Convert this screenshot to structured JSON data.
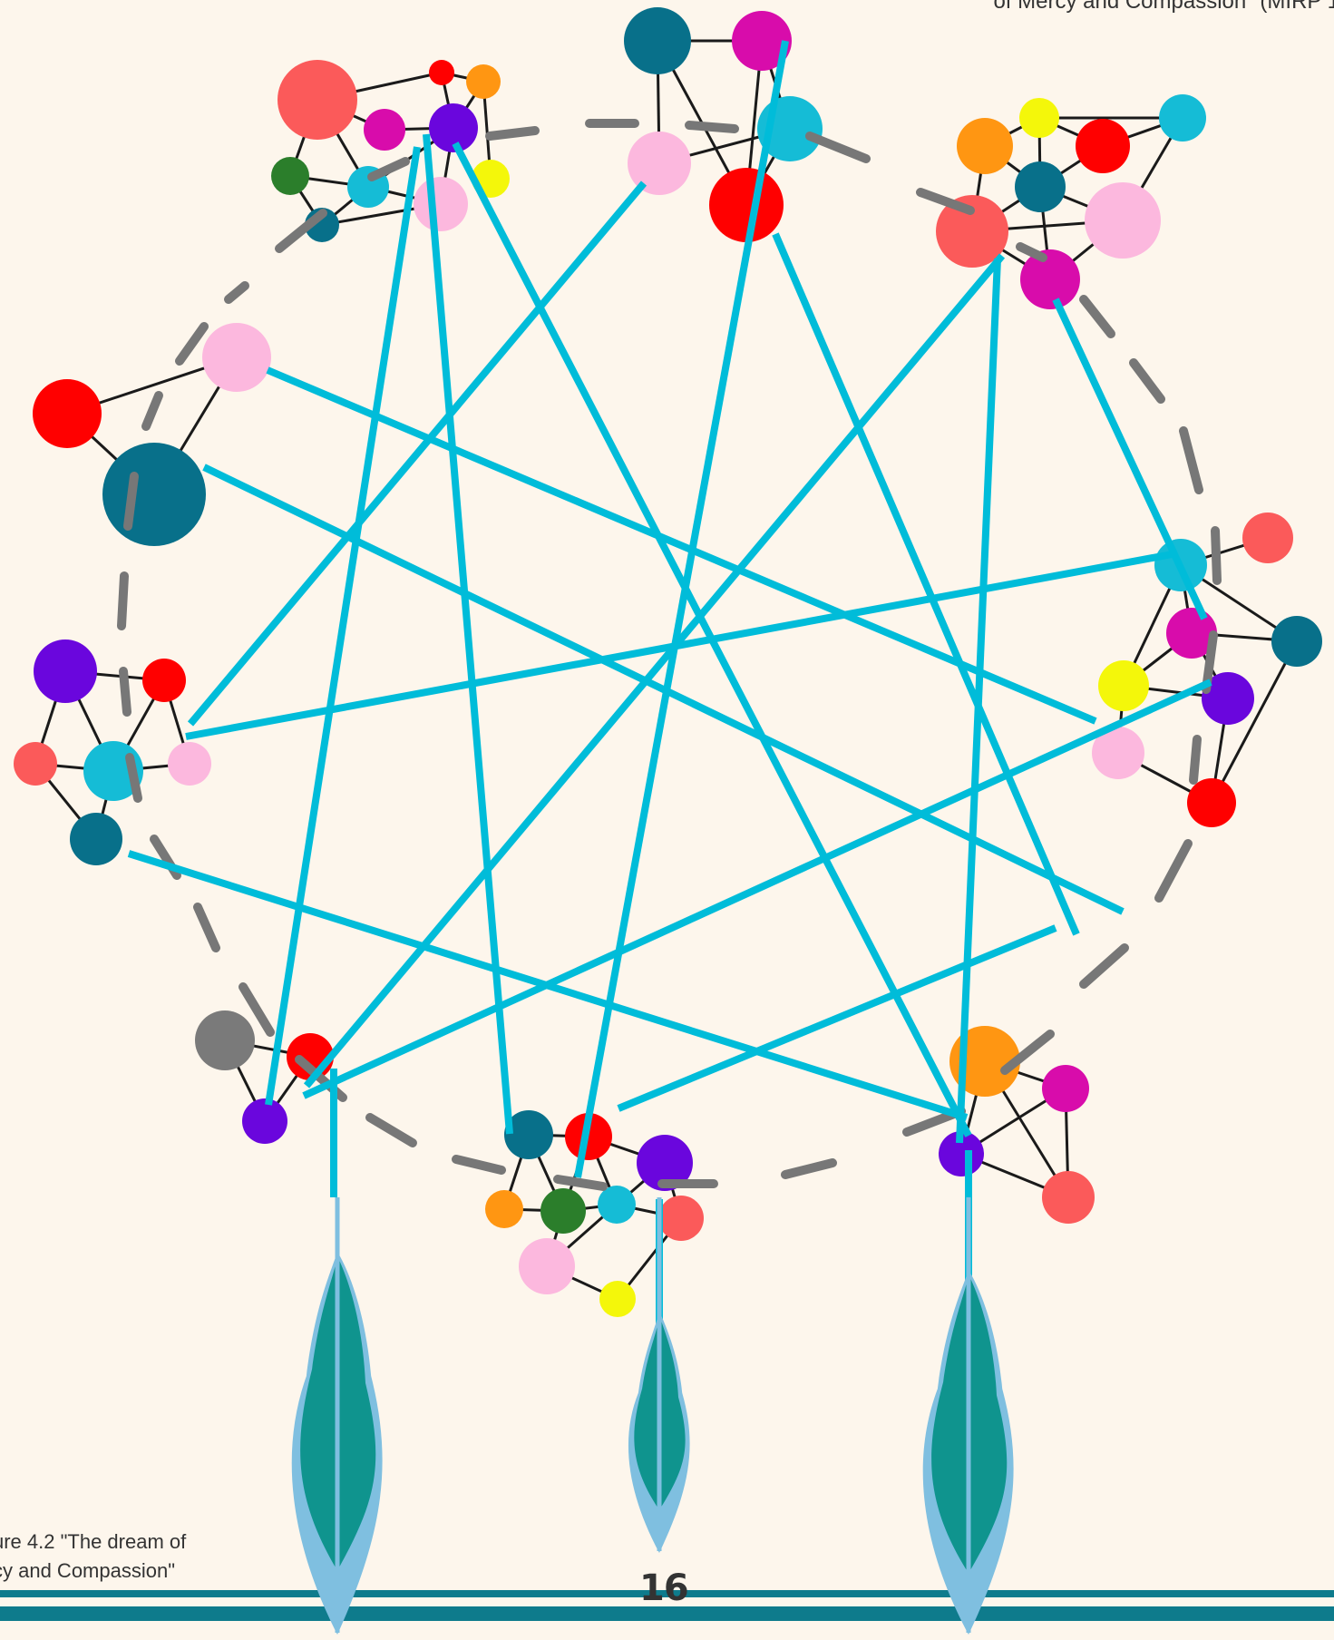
{
  "header": {
    "text": "of Mercy and Compassion\" (MIRP 1"
  },
  "caption": {
    "line1": "ure 4.2 \"The dream of",
    "line2": "cy and Compassion\""
  },
  "footer": {
    "page_number": "16"
  },
  "colors": {
    "background": "#fdf6ec",
    "string": "#00bcd9",
    "dash": "#777777",
    "feather": "#0f948e",
    "feather_light": "#7fbfe0",
    "edge": "#1a1a1a",
    "footer_band": "#0e7b8c"
  }
}
